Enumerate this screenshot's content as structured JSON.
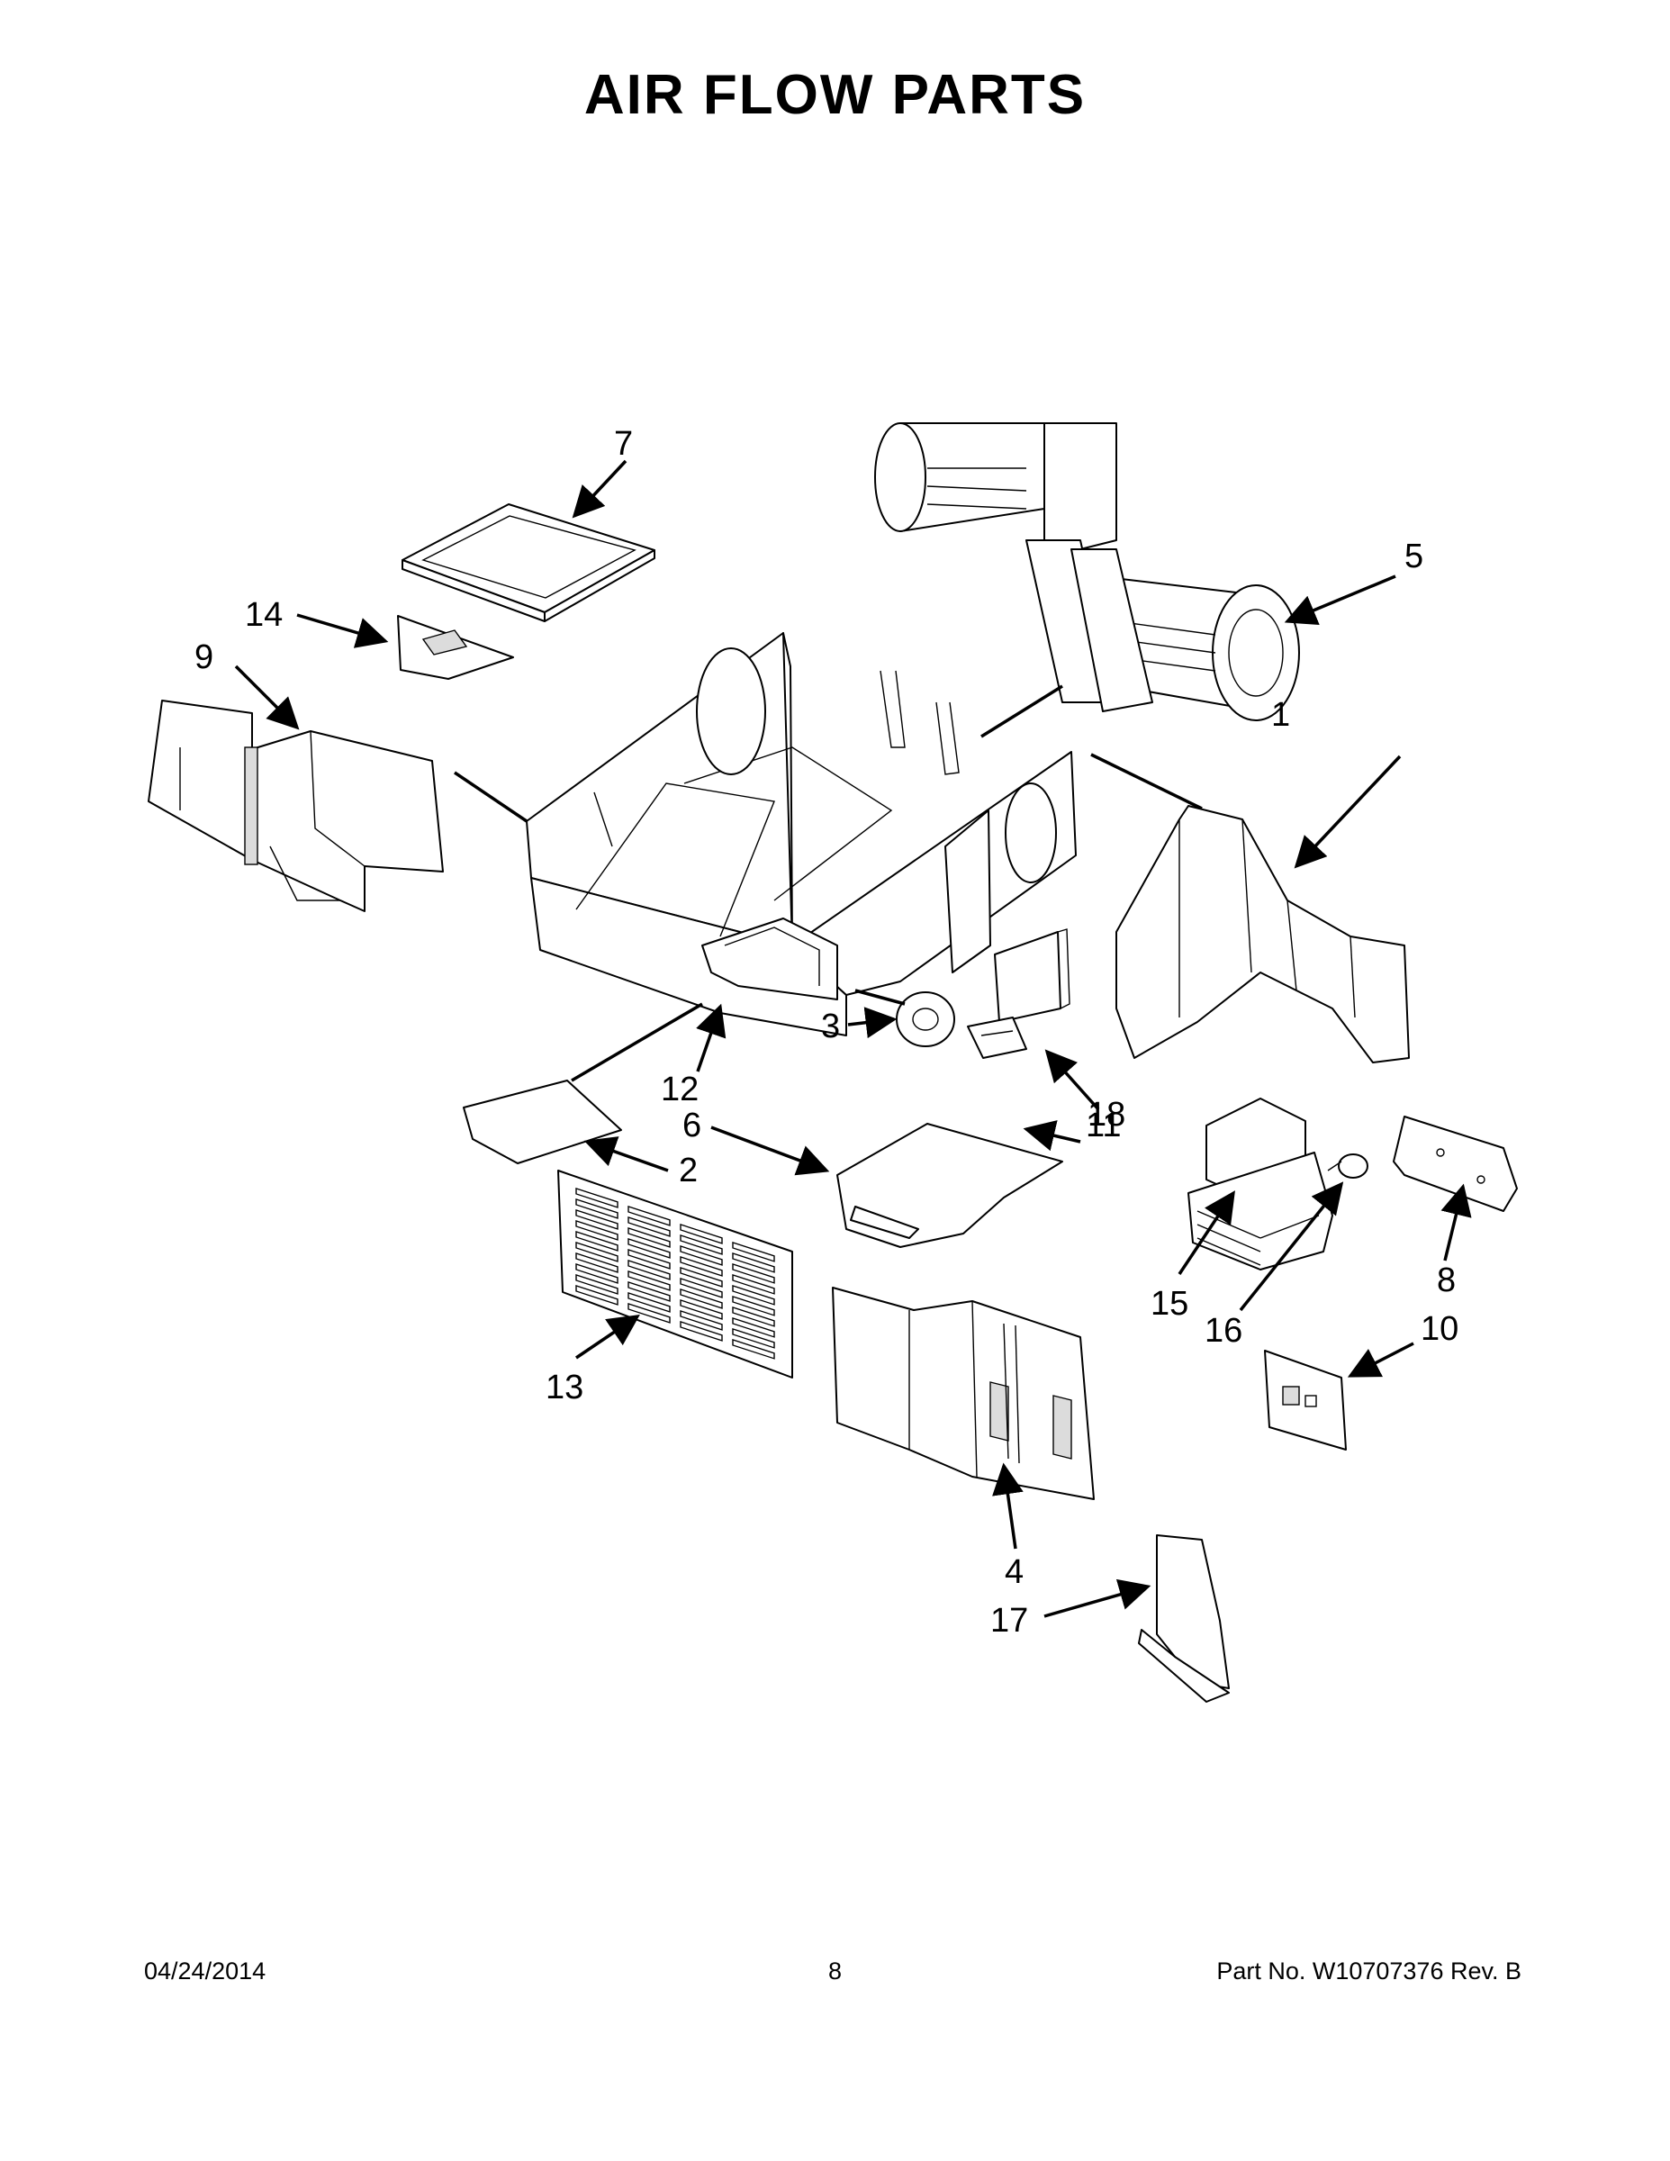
{
  "title": "AIR FLOW PARTS",
  "footer": {
    "date": "04/24/2014",
    "page": "8",
    "part_number": "Part No.  W10707376  Rev.  B"
  },
  "callouts": {
    "c1": "1",
    "c2": "2",
    "c3": "3",
    "c4": "4",
    "c5": "5",
    "c6": "6",
    "c7": "7",
    "c8": "8",
    "c9": "9",
    "c10": "10",
    "c11": "11",
    "c12": "12",
    "c13": "13",
    "c14": "14",
    "c15": "15",
    "c16": "16",
    "c17": "17",
    "c18": "18"
  }
}
